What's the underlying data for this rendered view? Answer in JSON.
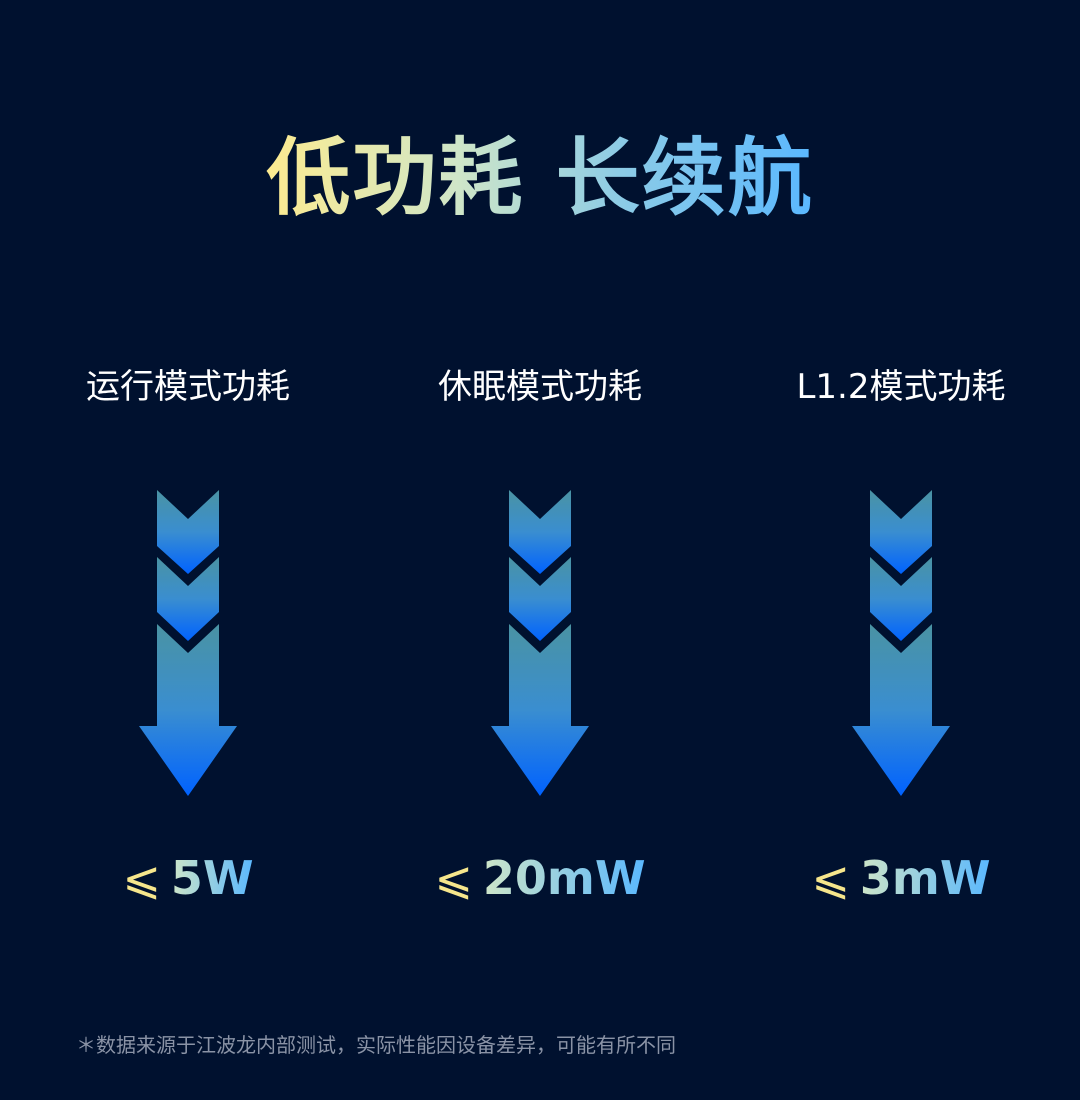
{
  "headline": "低功耗 长续航",
  "colors": {
    "background": "#00112f",
    "headline_gradient": [
      "#fdeb90",
      "#cfe6c8",
      "#8ccbe6",
      "#5ab8ff"
    ],
    "arrow_gradient_top": "#4a93a3",
    "arrow_gradient_bottom": "#0062ff",
    "value_symbol": "#f6e68c",
    "footnote": "#8a93a6"
  },
  "modes": [
    {
      "label": "运行模式功耗",
      "symbol": "⩽",
      "value": "5W",
      "icon": "arrow-down-icon"
    },
    {
      "label": "休眠模式功耗",
      "symbol": "⩽",
      "value": "20mW",
      "icon": "arrow-down-icon"
    },
    {
      "label": "L1.2模式功耗",
      "symbol": "⩽",
      "value": "3mW",
      "icon": "arrow-down-icon"
    }
  ],
  "footnote": "＊数据来源于江波龙内部测试，实际性能因设备差异，可能有所不同"
}
